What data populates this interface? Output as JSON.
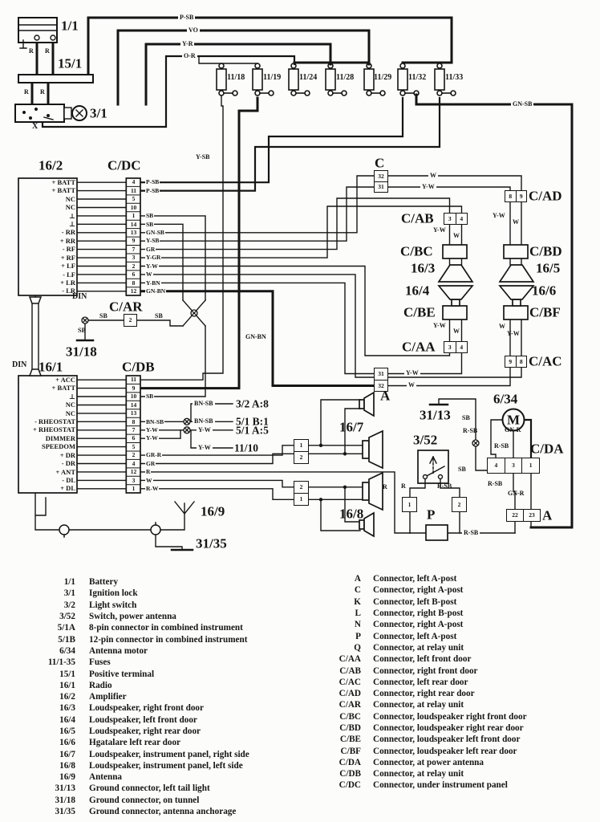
{
  "labels": {
    "battery": "1/1",
    "positive_terminal": "15/1",
    "ignition": "3/1",
    "x_terminal": "X",
    "din_amp": "DIN",
    "din_radio": "DIN",
    "car": "C/AR",
    "ground_tunnel": "31/18",
    "c_post": "C",
    "a_post": "A",
    "cad": "C/AD",
    "cab": "C/AB",
    "cbc": "C/BC",
    "cbd": "C/BD",
    "cbe": "C/BE",
    "cbf": "C/BF",
    "caa": "C/AA",
    "cac": "C/AC",
    "sp_rf": "16/3",
    "sp_lf": "16/4",
    "sp_rr": "16/5",
    "sp_lr": "16/6",
    "sp_ip_r": "16/7",
    "sp_ip_l": "16/8",
    "antenna": "16/9",
    "ground_antenna": "31/35",
    "ground_tail": "31/13",
    "antenna_motor": "6/34",
    "motor_m": "M",
    "cda": "C/DA",
    "antenna_switch": "3/52",
    "p_post": "P",
    "a_bottom": "A"
  },
  "wire_colors": {
    "psb": "P-SB",
    "vo": "VO",
    "yr": "Y-R",
    "or": "O-R",
    "gnsb": "GN-SB",
    "ysb": "Y-SB",
    "gnbn": "GN-BN",
    "w": "W",
    "yw": "Y-W",
    "gr": "GR",
    "ygr": "Y-GR",
    "ybn": "Y-BN",
    "grr": "GR-R",
    "rw": "R-W",
    "sb": "SB",
    "bnsb": "BN-SB",
    "r": "R",
    "rsb": "R-SB",
    "gnr": "GN-R"
  },
  "fuses": [
    "11/18",
    "11/19",
    "11/24",
    "11/28",
    "11/29",
    "11/32",
    "11/33"
  ],
  "amp": {
    "id": "16/2",
    "connector": "C/DC",
    "pins": [
      {
        "n": "4",
        "l": "+ BATT",
        "w": "P-SB"
      },
      {
        "n": "11",
        "l": "+ BATT",
        "w": "P-SB"
      },
      {
        "n": "5",
        "l": "NC",
        "w": ""
      },
      {
        "n": "10",
        "l": "NC",
        "w": ""
      },
      {
        "n": "1",
        "l": "⊥",
        "w": "SB"
      },
      {
        "n": "14",
        "l": "⊥",
        "w": "SB"
      },
      {
        "n": "13",
        "l": "- RR",
        "w": "GN-SB"
      },
      {
        "n": "9",
        "l": "+ RR",
        "w": "Y-SB"
      },
      {
        "n": "7",
        "l": "- RF",
        "w": "GR"
      },
      {
        "n": "3",
        "l": "+ RF",
        "w": "Y-GR"
      },
      {
        "n": "2",
        "l": "+ LF",
        "w": "Y-W"
      },
      {
        "n": "6",
        "l": "- LF",
        "w": "W"
      },
      {
        "n": "8",
        "l": "+ LR",
        "w": "Y-BN"
      },
      {
        "n": "12",
        "l": "- LR",
        "w": "GN-BN"
      }
    ]
  },
  "radio": {
    "id": "16/1",
    "connector": "C/DB",
    "pins": [
      {
        "n": "11",
        "l": "+ ACC",
        "w": ""
      },
      {
        "n": "9",
        "l": "+ BATT",
        "w": ""
      },
      {
        "n": "10",
        "l": "⊥",
        "w": "SB"
      },
      {
        "n": "14",
        "l": "NC",
        "w": ""
      },
      {
        "n": "13",
        "l": "NC",
        "w": ""
      },
      {
        "n": "8",
        "l": "- RHEOSTAT",
        "w": "BN-SB"
      },
      {
        "n": "7",
        "l": "+ RHEOSTAT",
        "w": "Y-W"
      },
      {
        "n": "6",
        "l": "DIMMER",
        "w": "Y-W"
      },
      {
        "n": "5",
        "l": "SPEEDOM",
        "w": ""
      },
      {
        "n": "2",
        "l": "+ DR",
        "w": "GR-R"
      },
      {
        "n": "4",
        "l": "- DR",
        "w": "GR"
      },
      {
        "n": "12",
        "l": "+ ANT",
        "w": "R"
      },
      {
        "n": "3",
        "l": "- DL",
        "w": "W"
      },
      {
        "n": "1",
        "l": "+ DL",
        "w": "R-W"
      }
    ]
  },
  "connector_pins": {
    "c": [
      "32",
      "31"
    ],
    "a_mid": [
      "31",
      "32"
    ],
    "cad": [
      "8",
      "9"
    ],
    "cab": [
      "3",
      "4"
    ],
    "caa": [
      "3",
      "4"
    ],
    "cac": [
      "9",
      "8"
    ],
    "cda": [
      "4",
      "3",
      "1"
    ],
    "a_bottom": [
      "22",
      "23"
    ],
    "sp167": [
      "1",
      "2"
    ],
    "sp168": [
      "2",
      "1"
    ],
    "car": "2",
    "box1": "1",
    "box2": "2"
  },
  "annotations": {
    "a38": "3/2 A:8",
    "b51": "5/1 B:1",
    "a55": "5/1 A:5",
    "f1110": "11/10"
  },
  "legend_left": [
    {
      "id": "1/1",
      "desc": "Battery"
    },
    {
      "id": "3/1",
      "desc": "Ignition lock"
    },
    {
      "id": "3/2",
      "desc": "Light switch"
    },
    {
      "id": "3/52",
      "desc": "Switch, power antenna"
    },
    {
      "id": "5/1A",
      "desc": "8-pin connector in combined instrument"
    },
    {
      "id": "5/1B",
      "desc": "12-pin connector in combined instrument"
    },
    {
      "id": "6/34",
      "desc": "Antenna motor"
    },
    {
      "id": "11/1-35",
      "desc": "Fuses"
    },
    {
      "id": "15/1",
      "desc": "Positive terminal"
    },
    {
      "id": "16/1",
      "desc": "Radio"
    },
    {
      "id": "16/2",
      "desc": "Amplifier"
    },
    {
      "id": "16/3",
      "desc": "Loudspeaker, right front door"
    },
    {
      "id": "16/4",
      "desc": "Loudspeaker, left front door"
    },
    {
      "id": "16/5",
      "desc": "Loudspeaker, right rear door"
    },
    {
      "id": "16/6",
      "desc": "Hgatalare left rear door"
    },
    {
      "id": "16/7",
      "desc": "Loudspeaker, instrument panel, right side"
    },
    {
      "id": "16/8",
      "desc": "Loudspeaker, instrument panel, left side"
    },
    {
      "id": "16/9",
      "desc": "Antenna"
    },
    {
      "id": "31/13",
      "desc": "Ground connector, left tail light"
    },
    {
      "id": "31/18",
      "desc": "Ground connector, on tunnel"
    },
    {
      "id": "31/35",
      "desc": "Ground connector, antenna anchorage"
    }
  ],
  "legend_right": [
    {
      "id": "A",
      "desc": "Connector, left A-post"
    },
    {
      "id": "C",
      "desc": "Connector, right A-post"
    },
    {
      "id": "K",
      "desc": "Connector, left B-post"
    },
    {
      "id": "L",
      "desc": "Connector, right B-post"
    },
    {
      "id": "N",
      "desc": "Connector, right A-post"
    },
    {
      "id": "P",
      "desc": "Connector, left A-post"
    },
    {
      "id": "Q",
      "desc": "Connector, at relay unit"
    },
    {
      "id": "C/AA",
      "desc": "Connector, left front door"
    },
    {
      "id": "C/AB",
      "desc": "Connector, right front door"
    },
    {
      "id": "C/AC",
      "desc": "Connector, left rear door"
    },
    {
      "id": "C/AD",
      "desc": "Connector, right rear door"
    },
    {
      "id": "C/AR",
      "desc": "Connector, at relay unit"
    },
    {
      "id": "C/BC",
      "desc": "Connector, loudspeaker right front door"
    },
    {
      "id": "C/BD",
      "desc": "Connector, loudspeaker right rear door"
    },
    {
      "id": "C/BE",
      "desc": "Connector, loudspeaker left front door"
    },
    {
      "id": "C/BF",
      "desc": "Connector, loudspeaker left rear door"
    },
    {
      "id": "C/DA",
      "desc": "Connector, at power antenna"
    },
    {
      "id": "C/DB",
      "desc": "Connector, at relay unit"
    },
    {
      "id": "C/DC",
      "desc": "Connector, under instrument panel"
    }
  ]
}
